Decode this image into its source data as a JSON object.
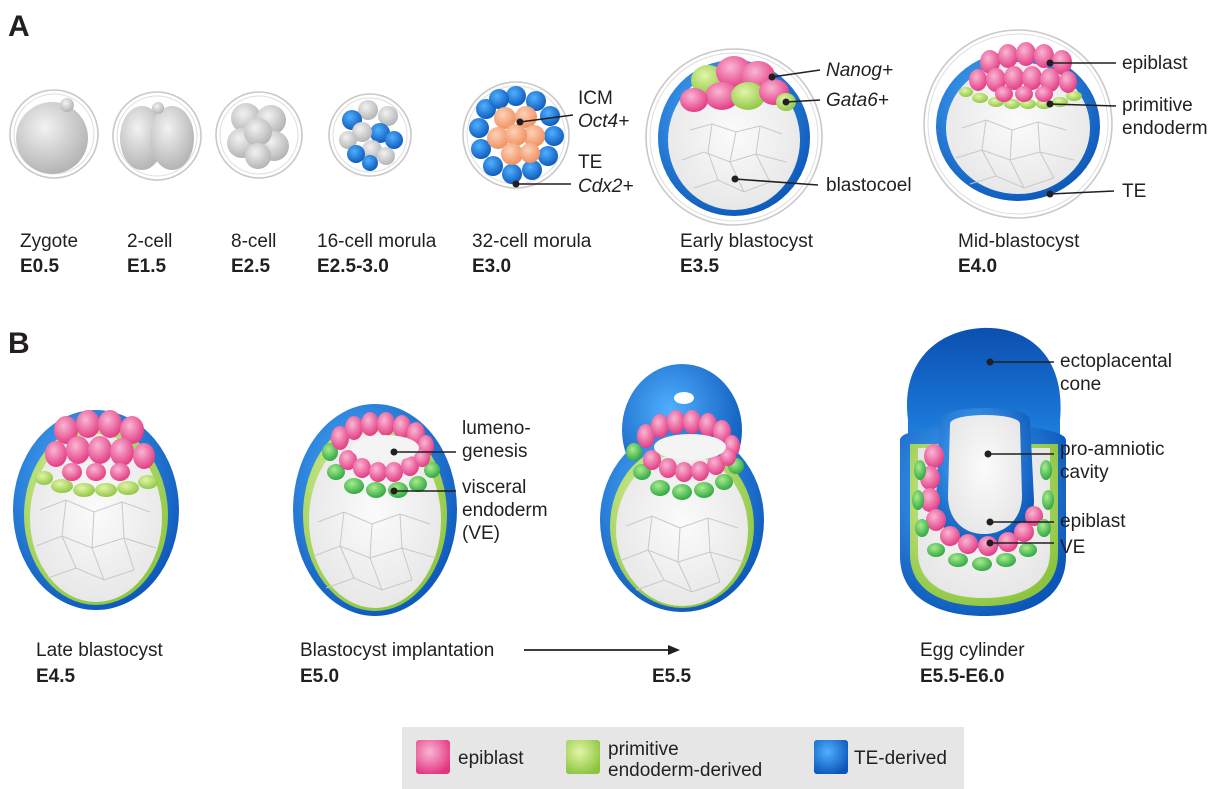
{
  "panels": {
    "a": "A",
    "b": "B"
  },
  "panel_a": {
    "stages": [
      {
        "name": "Zygote",
        "day": "E0.5"
      },
      {
        "name": "2-cell",
        "day": "E1.5"
      },
      {
        "name": "8-cell",
        "day": "E2.5"
      },
      {
        "name": "16-cell morula",
        "day": "E2.5-3.0"
      },
      {
        "name": "32-cell morula",
        "day": "E3.0"
      },
      {
        "name": "Early blastocyst",
        "day": "E3.5"
      },
      {
        "name": "Mid-blastocyst",
        "day": "E4.0"
      }
    ],
    "labels_32cell": {
      "icm": "ICM",
      "oct4": "Oct4+",
      "te": "TE",
      "cdx2": "Cdx2+"
    },
    "labels_early": {
      "nanog": "Nanog+",
      "gata6": "Gata6+",
      "blastocoel": "blastocoel"
    },
    "labels_mid": {
      "epiblast": "epiblast",
      "pe_line1": "primitive",
      "pe_line2": "endoderm",
      "te": "TE"
    }
  },
  "panel_b": {
    "stages": [
      {
        "name": "Late blastocyst",
        "day": "E4.5"
      },
      {
        "name": "Blastocyst implantation",
        "day": "E5.0"
      },
      {
        "name": "",
        "day": "E5.5"
      },
      {
        "name": "Egg cylinder",
        "day": "E5.5-E6.0"
      }
    ],
    "labels_e50": {
      "lumen_line1": "lumeno-",
      "lumen_line2": "genesis",
      "ve_line1": "visceral",
      "ve_line2": "endoderm",
      "ve_line3": "(VE)"
    },
    "labels_egg": {
      "epc_line1": "ectoplacental",
      "epc_line2": "cone",
      "pac_line1": "pro-amniotic",
      "pac_line2": "cavity",
      "epiblast": "epiblast",
      "ve": "VE"
    }
  },
  "legend": {
    "epiblast": "epiblast",
    "pe_line1": "primitive",
    "pe_line2": "endoderm-derived",
    "te": "TE-derived"
  },
  "colors": {
    "epiblast": "#e8498f",
    "primitive_endoderm": "#8dc63f",
    "visceral_endoderm": "#3cb54a",
    "trophectoderm": "#1a75d1",
    "icm": "#f7a07a",
    "blastomere": "#d4d4d4",
    "legend_bg": "#e6e6e6"
  }
}
